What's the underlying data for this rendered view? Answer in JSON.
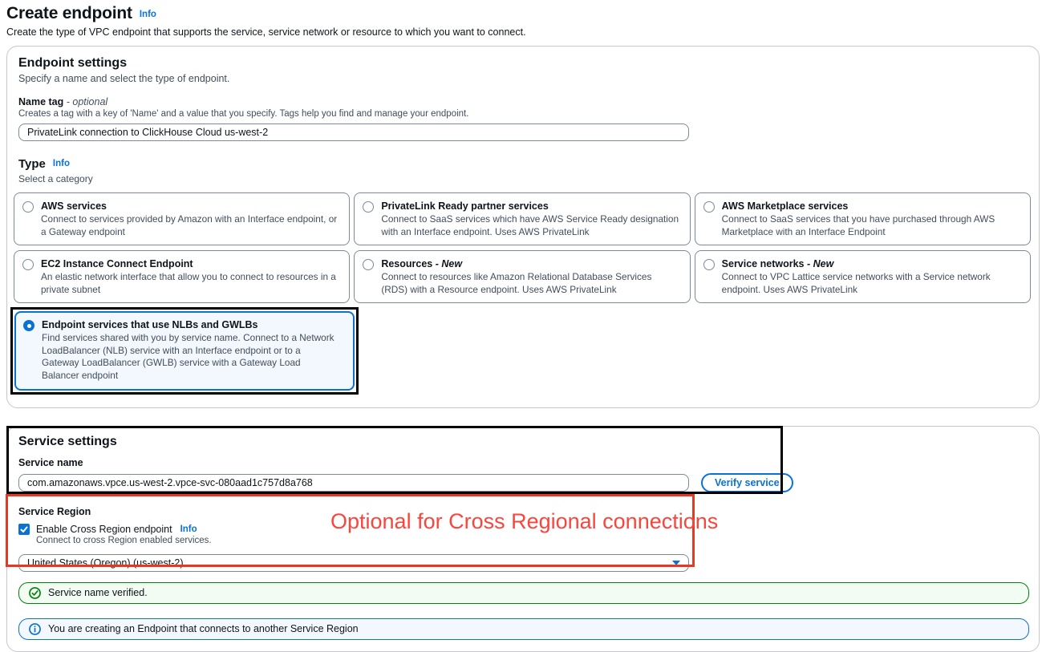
{
  "page": {
    "title": "Create endpoint",
    "title_info": "Info",
    "subtitle": "Create the type of VPC endpoint that supports the service, service network or resource to which you want to connect."
  },
  "endpoint_settings": {
    "heading": "Endpoint settings",
    "description": "Specify a name and select the type of endpoint.",
    "name_tag": {
      "label": "Name tag",
      "optional": "- optional",
      "help": "Creates a tag with a key of 'Name' and a value that you specify. Tags help you find and manage your endpoint.",
      "value": "PrivateLink connection to ClickHouse Cloud us-west-2"
    },
    "type": {
      "heading": "Type",
      "info": "Info",
      "description": "Select a category",
      "options": [
        {
          "label": "AWS services",
          "suffix": "",
          "description": "Connect to services provided by Amazon with an Interface endpoint, or a Gateway endpoint",
          "selected": false
        },
        {
          "label": "PrivateLink Ready partner services",
          "suffix": "",
          "description": "Connect to SaaS services which have AWS Service Ready designation with an Interface endpoint. Uses AWS PrivateLink",
          "selected": false
        },
        {
          "label": "AWS Marketplace services",
          "suffix": "",
          "description": "Connect to SaaS services that you have purchased through AWS Marketplace with an Interface Endpoint",
          "selected": false
        },
        {
          "label": "EC2 Instance Connect Endpoint",
          "suffix": "",
          "description": "An elastic network interface that allow you to connect to resources in a private subnet",
          "selected": false
        },
        {
          "label": "Resources",
          "suffix": "- New",
          "description": "Connect to resources like Amazon Relational Database Services (RDS) with a Resource endpoint. Uses AWS PrivateLink",
          "selected": false
        },
        {
          "label": "Service networks",
          "suffix": "- New",
          "description": "Connect to VPC Lattice service networks with a Service network endpoint. Uses AWS PrivateLink",
          "selected": false
        },
        {
          "label": "Endpoint services that use NLBs and GWLBs",
          "suffix": "",
          "description": "Find services shared with you by service name. Connect to a Network LoadBalancer (NLB) service with an Interface endpoint or to a Gateway LoadBalancer (GWLB) service with a Gateway Load Balancer endpoint",
          "selected": true
        }
      ]
    }
  },
  "service_settings": {
    "heading": "Service settings",
    "service_name": {
      "label": "Service name",
      "value": "com.amazonaws.vpce.us-west-2.vpce-svc-080aad1c757d8a768"
    },
    "verify_button": "Verify service",
    "service_region": {
      "label": "Service Region",
      "checkbox_label": "Enable Cross Region endpoint",
      "info": "Info",
      "checkbox_checked": true,
      "checkbox_help": "Connect to cross Region enabled services.",
      "region_selected": "United States (Oregon) (us-west-2)"
    },
    "success_banner": "Service name verified.",
    "info_banner": "You are creating an Endpoint that connects to another Service Region"
  },
  "annotations": {
    "cross_region_note": "Optional for Cross Regional connections",
    "highlight_black": "#000000",
    "highlight_red": "#e43a24"
  },
  "colors": {
    "link_blue": "#0972d3",
    "selected_tile_bg": "#f2f8fd",
    "selected_tile_border": "#0972d3",
    "success_border": "#037f0c",
    "success_bg": "#f2fcf3",
    "info_border": "#0972d3",
    "info_bg": "#f2f8fd",
    "card_border": "#c6c6cd",
    "input_border": "#7d8998"
  }
}
